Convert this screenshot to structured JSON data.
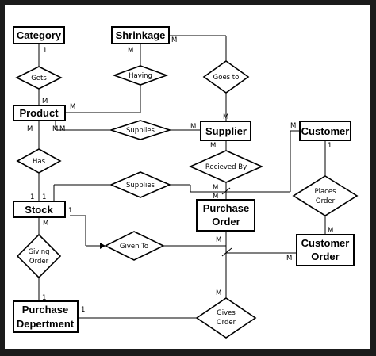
{
  "entities": {
    "category": "Category",
    "shrinkage": "Shrinkage",
    "product": "Product",
    "supplier": "Supplier",
    "customer": "Customer",
    "stock": "Stock",
    "purchase_order": [
      "Purchase",
      "Order"
    ],
    "customer_order": [
      "Customer",
      "Order"
    ],
    "purchase_department": [
      "Purchase",
      "Depertment"
    ]
  },
  "relationships": {
    "gets": "Gets",
    "having": "Having",
    "goes_to": "Goes to",
    "supplies_product": "Supplies",
    "has": "Has",
    "recieved_by": "Recieved By",
    "supplies_stock": "Supplies",
    "places_order": [
      "Places",
      "Order"
    ],
    "given_to": "Given To",
    "giving_order": [
      "Giving",
      "Order"
    ],
    "gives_order": [
      "Gives",
      "Order"
    ]
  },
  "cardinalities": {
    "category_gets": "1",
    "gets_product": "M",
    "shrinkage_having": "M",
    "shrinkage_goesto": "M",
    "product_having": "M",
    "product_has": "M",
    "product_supplies": "M",
    "product_supplies_2": "M",
    "supplies_supplier": "M",
    "goesto_supplier": "M",
    "supplier_recieved": "M",
    "recieved_po": "M",
    "supplies_po": "M",
    "customer_supplies": "M",
    "customer_places": "1",
    "places_co": "M",
    "has_stock_left": "1",
    "has_stock_right": "1",
    "stock_givento": "1",
    "stock_giving": "M",
    "givento_po": "M",
    "co_givento": "M",
    "giving_pd": "1",
    "pd_gives": "1",
    "gives_po": "M"
  }
}
